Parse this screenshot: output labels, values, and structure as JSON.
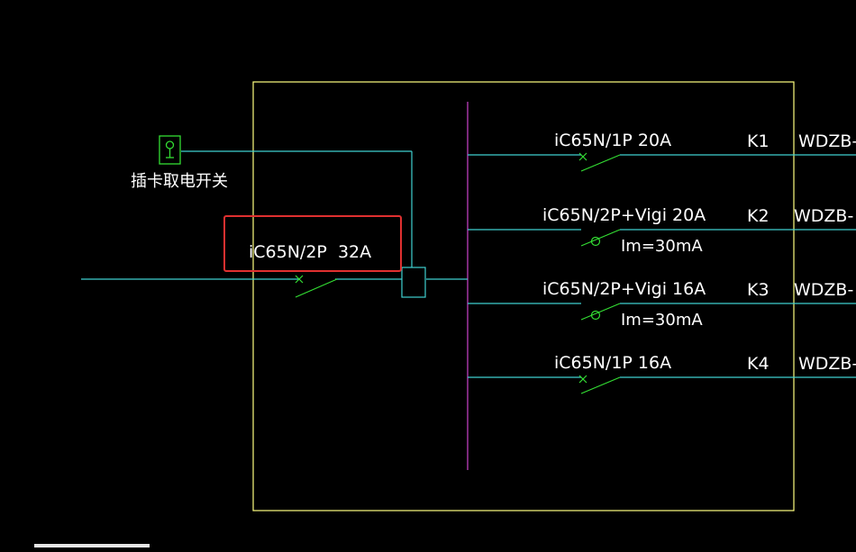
{
  "colors": {
    "background": "#000000",
    "frame": "#ffff80",
    "wire": "#3fd0d0",
    "busbar": "#cc44cc",
    "breaker_mark": "#33dd33",
    "switch_icon": "#33dd33",
    "highlight": "#e03030",
    "text": "#ffffff"
  },
  "card_switch": {
    "label": "插卡取电开关",
    "icon": "keycard-switch-icon"
  },
  "main_breaker": {
    "label": "iC65N/2P  32A"
  },
  "circuits": [
    {
      "breaker": "iC65N/1P  20A",
      "circuit_id": "K1",
      "cable": "WDZB-",
      "rcd": ""
    },
    {
      "breaker": "iC65N/2P+Vigi  20A",
      "circuit_id": "K2",
      "cable": "WDZB-",
      "rcd": "Im=30mA"
    },
    {
      "breaker": "iC65N/2P+Vigi  16A",
      "circuit_id": "K3",
      "cable": "WDZB-",
      "rcd": "Im=30mA"
    },
    {
      "breaker": "iC65N/1P  16A",
      "circuit_id": "K4",
      "cable": "WDZB-",
      "rcd": ""
    }
  ]
}
